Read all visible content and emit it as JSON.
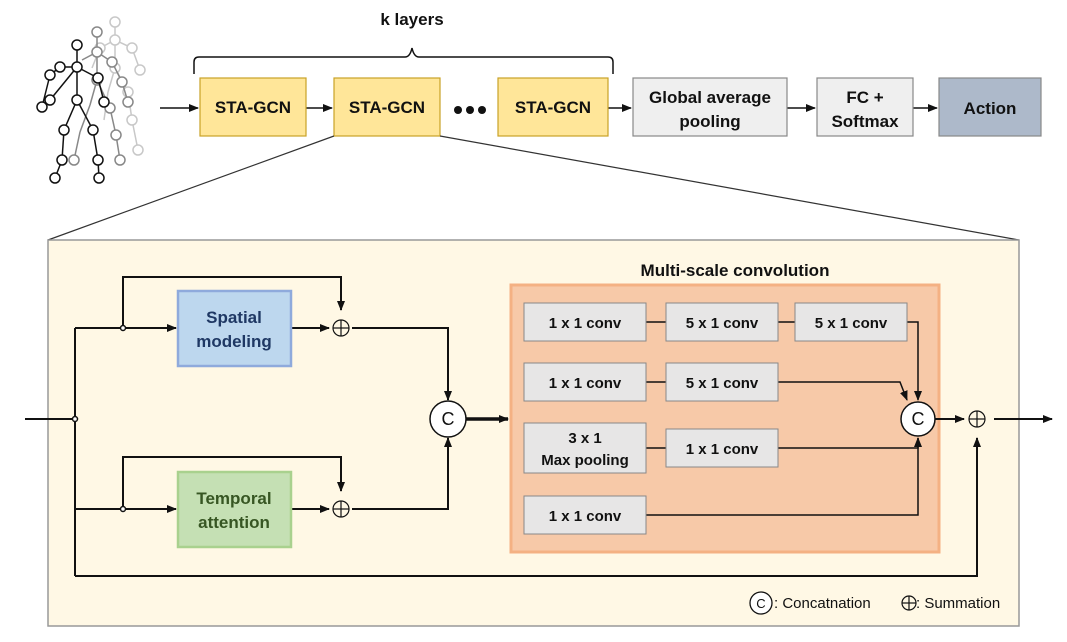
{
  "top": {
    "k_layers_label": "k layers",
    "sta_gcn_1": "STA-GCN",
    "sta_gcn_2": "STA-GCN",
    "sta_gcn_3": "STA-GCN",
    "gap_line1": "Global average",
    "gap_line2": "pooling",
    "fc_line1": "FC +",
    "fc_line2": "Softmax",
    "action": "Action"
  },
  "detail": {
    "spatial_line1": "Spatial",
    "spatial_line2": "modeling",
    "temporal_line1": "Temporal",
    "temporal_line2": "attention",
    "concat_symbol": "C",
    "msc": {
      "title": "Multi-scale convolution",
      "b1_conv1": "1 x 1 conv",
      "b1_conv2": "5 x 1 conv",
      "b1_conv3": "5 x 1 conv",
      "b2_conv1": "1 x 1 conv",
      "b2_conv2": "5 x 1 conv",
      "b3_pool_line1": "3 x 1",
      "b3_pool_line2": "Max pooling",
      "b3_conv": "1 x 1 conv",
      "b4_conv": "1 x 1 conv"
    }
  },
  "legend": {
    "concat_symbol": "C",
    "concat_text": ": Concatnation",
    "sum_text": ": Summation"
  },
  "colors": {
    "sta_gcn_fill": "#ffe699",
    "sta_gcn_stroke": "#c9a227",
    "gray_box_fill": "#efefef",
    "action_fill": "#adb9ca",
    "detail_bg": "#fff8e5",
    "spatial_fill": "#bdd7ee",
    "spatial_stroke": "#8faadc",
    "temporal_fill": "#c5e0b4",
    "temporal_stroke": "#a9d18e",
    "msc_fill": "#f7c9a8",
    "msc_stroke": "#f4b183"
  }
}
